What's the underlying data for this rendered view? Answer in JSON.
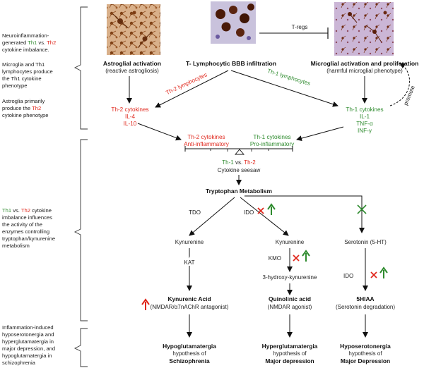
{
  "side_notes": {
    "note1": {
      "l1a": "Neuroinflammation-",
      "l2a": "generated ",
      "l2b": "Th1",
      "l2c": " vs. ",
      "l2d": "Th2",
      "l3": "cytokine imbalance."
    },
    "note2": {
      "l1": "Microglia and Th1",
      "l2": "lymphocytes produce",
      "l3": "the Th1 cytokine",
      "l4": "phenotype"
    },
    "note3": {
      "l1": "Astroglia primarily",
      "l2a": "produce the ",
      "l2b": "Th2",
      "l3": "cytokine phenotype"
    },
    "note4": {
      "l1a": "Th1",
      "l1b": " vs. ",
      "l1c": "Th2",
      "l1d": " cytokine",
      "l2": "imbalance influences",
      "l3": "the activity of the",
      "l4": "enzymes controlling",
      "l5": "tryptophan/kynurenine",
      "l6": "metabolism"
    },
    "note5": {
      "l1": "Inflammation-induced",
      "l2": "hyposerotonergia and",
      "l3": "hyperglutamatergia in",
      "l4": "major depression, and",
      "l5": "hypoglutamatergia in",
      "l6": "schizophrenia"
    }
  },
  "top": {
    "astro_title": "Astroglial activation",
    "astro_sub": "(reactive astrogliosis)",
    "tlymph_title": "T- Lymphocytic BBB infiltration",
    "micro_title": "Microglial activation and proliferation",
    "micro_sub": "(harmful microglial phenotype)",
    "tregs": "T-regs",
    "th2_lymph": "Th-2 lymphocytes",
    "th1_lymph": "Th-1 lymphocytes",
    "promote": "promote"
  },
  "cytokines": {
    "th2_left": [
      "Th-2 cytokines",
      "IL-4",
      "IL-10"
    ],
    "th1_right": [
      "Th-1 cytokines",
      "IL-1",
      "TNF-α",
      "INF-γ"
    ],
    "th2_center": [
      "Th-2 cytokines",
      "Anti-inflammatory"
    ],
    "th1_center": [
      "Th-1 cytokines",
      "Pro-inflammatory"
    ],
    "seesaw_th1": "Th-1",
    "seesaw_vs": " vs. ",
    "seesaw_th2": "Th-2",
    "seesaw_label": "Cytokine seesaw"
  },
  "pathway": {
    "trp": "Tryptophan Metabolism",
    "tdo": "TDO",
    "ido": "IDO",
    "kyn_left": "Kynurenine",
    "kyn_mid": "Kynurenine",
    "serotonin": "Serotonin (5-HT)",
    "kat": "KAT",
    "kmo": "KMO",
    "hydroxy": "3-hydroxy-kynurenine",
    "ido2": "IDO",
    "kyna": "Kynurenic Acid",
    "kyna_sub": "(NMDAR/α7nAChR  antagonist)",
    "quin": "Quinolinic acid",
    "quin_sub": "(NMDAR agonist)",
    "hiaa": "5HIAA",
    "hiaa_sub": "(Serotonin degradation)"
  },
  "outcomes": {
    "left": [
      "Hypoglutamatergia",
      "hypothesis of",
      "Schizophrenia"
    ],
    "mid": [
      "Hyperglutamatergia",
      "hypothesis of",
      "Major depression"
    ],
    "right": [
      "Hyposerotonergia",
      "hypothesis of",
      "Major Depression"
    ]
  },
  "colors": {
    "red": "#e0261b",
    "green": "#2e8b2e",
    "text": "#1a1a1a"
  }
}
